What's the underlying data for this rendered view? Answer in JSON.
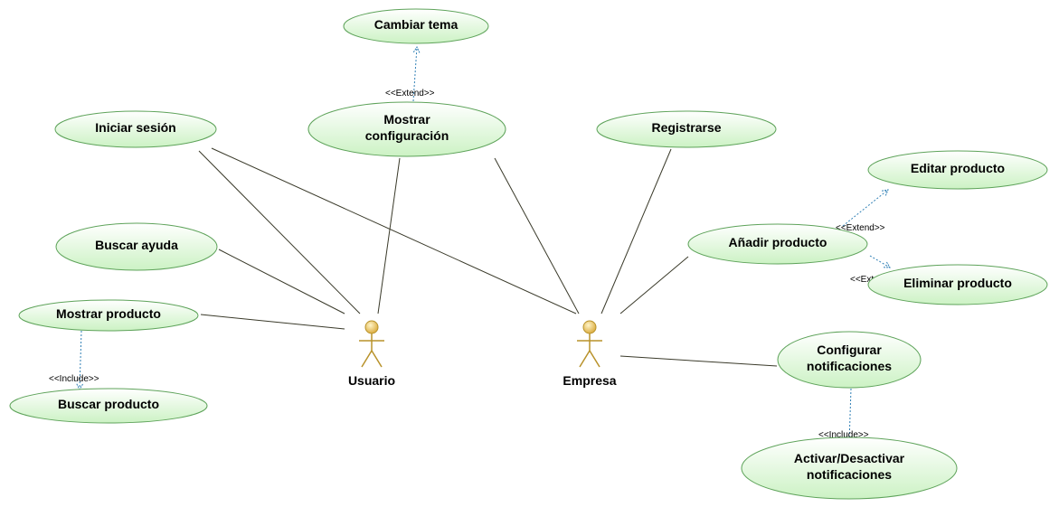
{
  "colors": {
    "usecase_fill_light": "#ffffff",
    "usecase_fill_dark": "#ccf2c4",
    "usecase_stroke": "#5ea35a",
    "association_line": "#3a3a2a",
    "dependency_line": "#2f7fb5",
    "actor_body": "#b8922a",
    "actor_head": "#e3b84d"
  },
  "actors": [
    {
      "id": "usuario",
      "label": "Usuario"
    },
    {
      "id": "empresa",
      "label": "Empresa"
    }
  ],
  "use_cases": [
    {
      "id": "cambiar_tema",
      "lines": [
        "Cambiar tema"
      ]
    },
    {
      "id": "mostrar_config",
      "lines": [
        "Mostrar",
        "configuración"
      ]
    },
    {
      "id": "iniciar_sesion",
      "lines": [
        "Iniciar sesión"
      ]
    },
    {
      "id": "buscar_ayuda",
      "lines": [
        "Buscar ayuda"
      ]
    },
    {
      "id": "mostrar_producto",
      "lines": [
        "Mostrar producto"
      ]
    },
    {
      "id": "buscar_producto",
      "lines": [
        "Buscar producto"
      ]
    },
    {
      "id": "registrarse",
      "lines": [
        "Registrarse"
      ]
    },
    {
      "id": "editar_producto",
      "lines": [
        "Editar producto"
      ]
    },
    {
      "id": "anadir_producto",
      "lines": [
        "Añadir producto"
      ]
    },
    {
      "id": "eliminar_producto",
      "lines": [
        "Eliminar producto"
      ]
    },
    {
      "id": "configurar_notif",
      "lines": [
        "Configurar",
        "notificaciones"
      ]
    },
    {
      "id": "activar_notif",
      "lines": [
        "Activar/Desactivar",
        "notificaciones"
      ]
    }
  ],
  "associations": [
    {
      "from": "iniciar_sesion",
      "to": "usuario"
    },
    {
      "from": "iniciar_sesion",
      "to": "empresa"
    },
    {
      "from": "mostrar_config",
      "to": "usuario"
    },
    {
      "from": "mostrar_config",
      "to": "empresa"
    },
    {
      "from": "buscar_ayuda",
      "to": "usuario"
    },
    {
      "from": "mostrar_producto",
      "to": "usuario"
    },
    {
      "from": "registrarse",
      "to": "empresa"
    },
    {
      "from": "anadir_producto",
      "to": "empresa"
    },
    {
      "from": "configurar_notif",
      "to": "empresa"
    }
  ],
  "dependencies": [
    {
      "from": "mostrar_config",
      "to": "cambiar_tema",
      "stereotype": "<<Extend>>"
    },
    {
      "from": "anadir_producto",
      "to": "editar_producto",
      "stereotype": "<<Extend>>"
    },
    {
      "from": "anadir_producto",
      "to": "eliminar_producto",
      "stereotype": "<<Extend>>"
    },
    {
      "from": "mostrar_producto",
      "to": "buscar_producto",
      "stereotype": "<<Include>>"
    },
    {
      "from": "configurar_notif",
      "to": "activar_notif",
      "stereotype": "<<Include>>"
    }
  ]
}
